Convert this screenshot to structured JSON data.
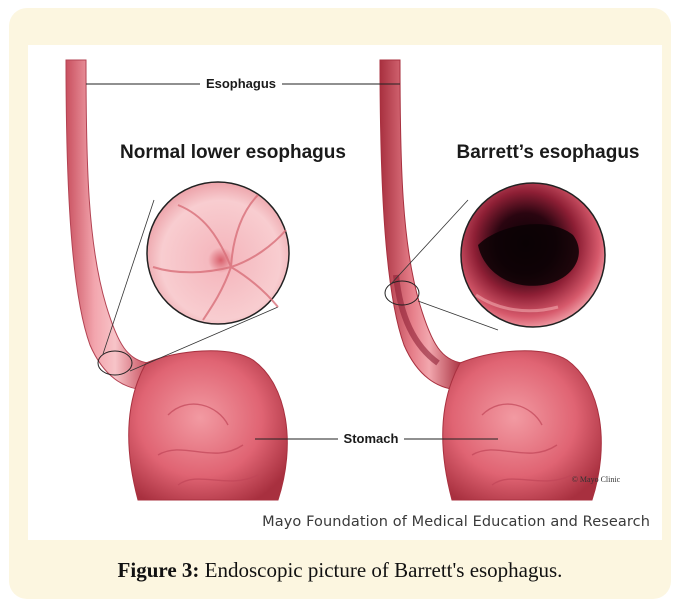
{
  "labels": {
    "esophagus": "Esophagus",
    "stomach": "Stomach",
    "normal_title": "Normal lower esophagus",
    "barrett_title": "Barrett’s esophagus",
    "watermark": "© Mayo Clinic"
  },
  "credit": "Mayo Foundation of Medical Education and Research",
  "caption": {
    "prefix": "Figure 3:",
    "text": " Endoscopic picture of Barrett's esophagus."
  },
  "colors": {
    "frame": "#fcf6e0",
    "tissue": "#e8737f",
    "tissue_dark": "#b53a4c",
    "normal_lumen": "#f4b8bd",
    "barrett_lumen": "#2a0510"
  }
}
